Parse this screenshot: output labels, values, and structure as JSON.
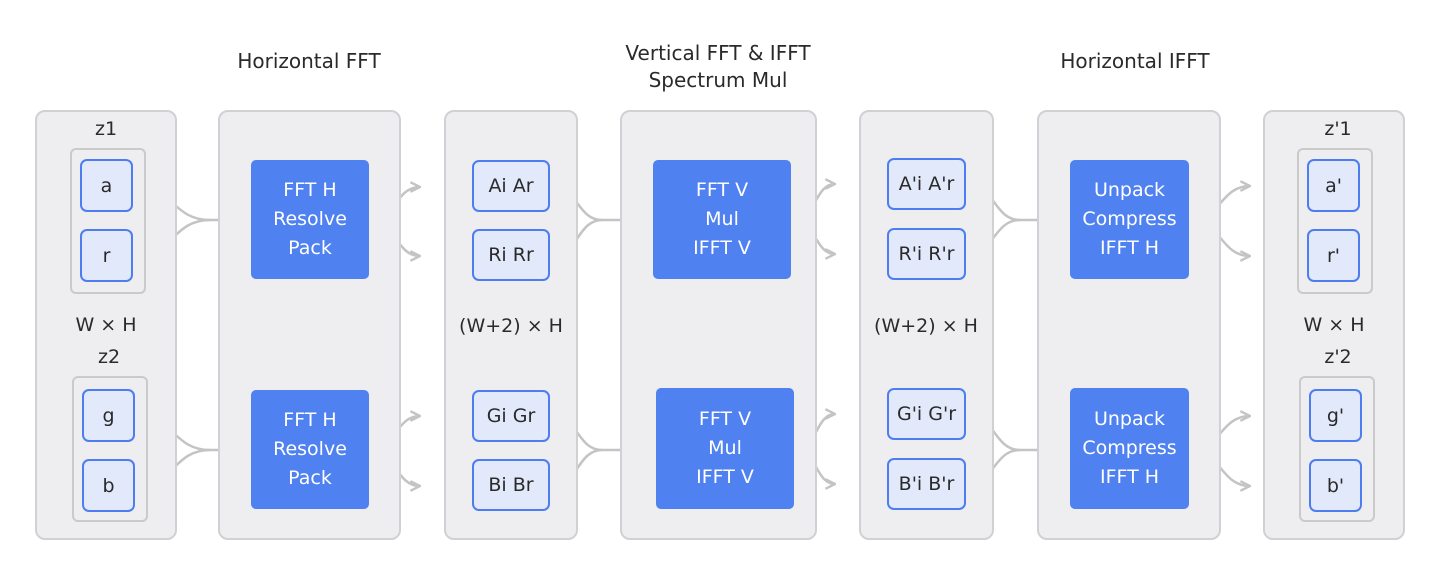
{
  "stages": {
    "horizontal_fft": "Horizontal FFT",
    "vertical_line1": "Vertical FFT & IFFT",
    "vertical_line2": "Spectrum Mul",
    "horizontal_ifft": "Horizontal IFFT"
  },
  "input": {
    "z1": "z1",
    "a": "a",
    "r": "r",
    "size": "W × H",
    "z2": "z2",
    "g": "g",
    "b": "b"
  },
  "hfft": {
    "top": [
      "FFT H",
      "Resolve",
      "Pack"
    ],
    "bottom": [
      "FFT H",
      "Resolve",
      "Pack"
    ]
  },
  "packed": {
    "ai_ar": "Ai Ar",
    "ri_rr": "Ri Rr",
    "size": "(W+2) × H",
    "gi_gr": "Gi Gr",
    "bi_br": "Bi Br"
  },
  "vfft": {
    "top": [
      "FFT V",
      "Mul",
      "IFFT V"
    ],
    "bottom": [
      "FFT V",
      "Mul",
      "IFFT V"
    ]
  },
  "spectrum": {
    "a_p": "A'i A'r",
    "r_p": "R'i R'r",
    "size": "(W+2) × H",
    "g_p": "G'i G'r",
    "b_p": "B'i B'r"
  },
  "hifft": {
    "top": [
      "Unpack",
      "Compress",
      "IFFT H"
    ],
    "bottom": [
      "Unpack",
      "Compress",
      "IFFT H"
    ]
  },
  "output": {
    "z1": "z'1",
    "a": "a'",
    "r": "r'",
    "size": "W × H",
    "z2": "z'2",
    "g": "g'",
    "b": "b'"
  },
  "colors": {
    "node_fill": "#e1e9fb",
    "node_border": "#4d7df0",
    "process_fill": "#4f81f1",
    "panel_fill": "#eeeef0",
    "wire": "#c4c4c4"
  }
}
